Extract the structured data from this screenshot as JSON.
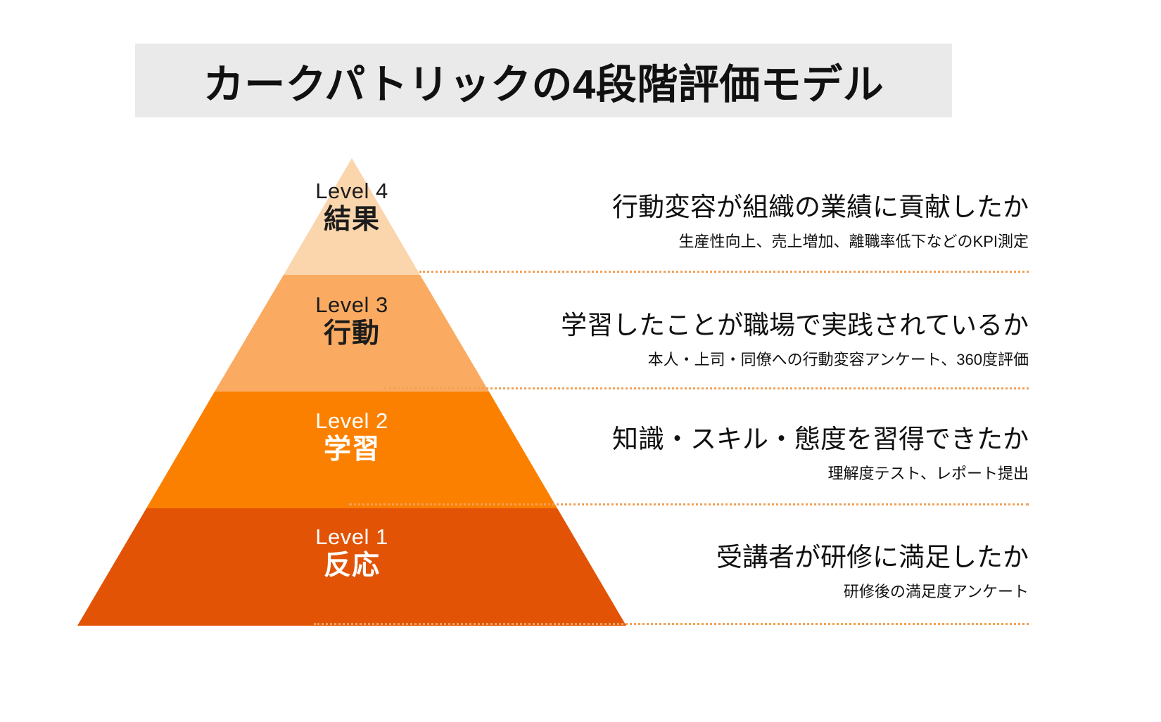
{
  "title": "カークパトリックの4段階評価モデル",
  "pyramid": {
    "tiers": [
      {
        "level_label": "Level 4",
        "name": "結果",
        "color": "#fbd5ac",
        "text_color": "#1c1c1c"
      },
      {
        "level_label": "Level 3",
        "name": "行動",
        "color": "#fbab61",
        "text_color": "#1c1c1c"
      },
      {
        "level_label": "Level 2",
        "name": "学習",
        "color": "#fc8000",
        "text_color": "#ffffff"
      },
      {
        "level_label": "Level 1",
        "name": "反応",
        "color": "#e25306",
        "text_color": "#ffffff"
      }
    ]
  },
  "descriptions": [
    {
      "level": "Level 4",
      "main": "行動変容が組織の業績に貢献したか",
      "sub": "生産性向上、売上増加、離職率低下などのKPI測定"
    },
    {
      "level": "Level 3",
      "main": "学習したことが職場で実践されているか",
      "sub": "本人・上司・同僚への行動変容アンケート、360度評価"
    },
    {
      "level": "Level 2",
      "main": "知識・スキル・態度を習得できたか",
      "sub": "理解度テスト、レポート提出"
    },
    {
      "level": "Level 1",
      "main": "受講者が研修に満足したか",
      "sub": "研修後の満足度アンケート"
    }
  ],
  "colors": {
    "title_band": "#eaeaea",
    "divider": "#f2a055",
    "background": "#ffffff"
  }
}
